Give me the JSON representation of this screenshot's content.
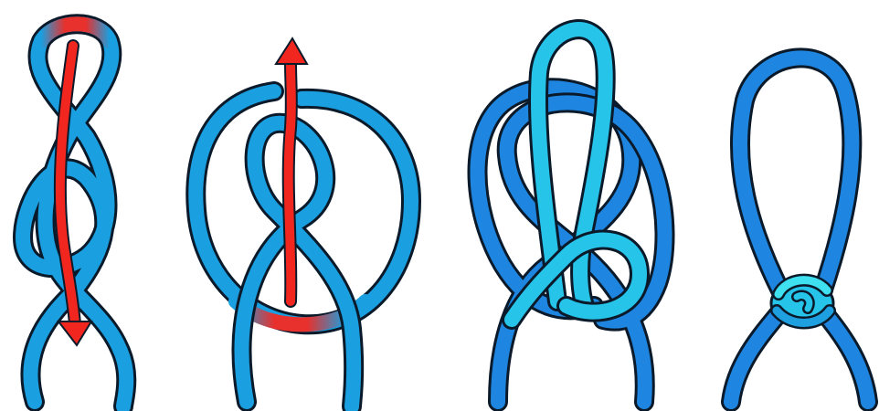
{
  "diagram": {
    "kind": "knot-tying steps",
    "step_count": 4,
    "steps": [
      {
        "id": "step-1",
        "rope_color": "#1a9fe0",
        "highlight_color": "#e8302c",
        "arrow": "down"
      },
      {
        "id": "step-2",
        "rope_color": "#1a9fe0",
        "highlight_color": "#e8302c",
        "arrow": "up"
      },
      {
        "id": "step-3",
        "rope_colors": [
          "#1e86e0",
          "#27c4ea"
        ],
        "arrow": "none"
      },
      {
        "id": "step-4",
        "rope_colors": [
          "#1e86e0",
          "#27c4ea"
        ],
        "arrow": "none"
      }
    ],
    "colors": {
      "rope_light": "#1a9fe0",
      "rope_dark": "#1e86e0",
      "rope_cyan": "#27c4ea",
      "highlight_red": "#e8302c",
      "arrow_red": "#f0261f",
      "outline": "#0b1a2a"
    }
  }
}
